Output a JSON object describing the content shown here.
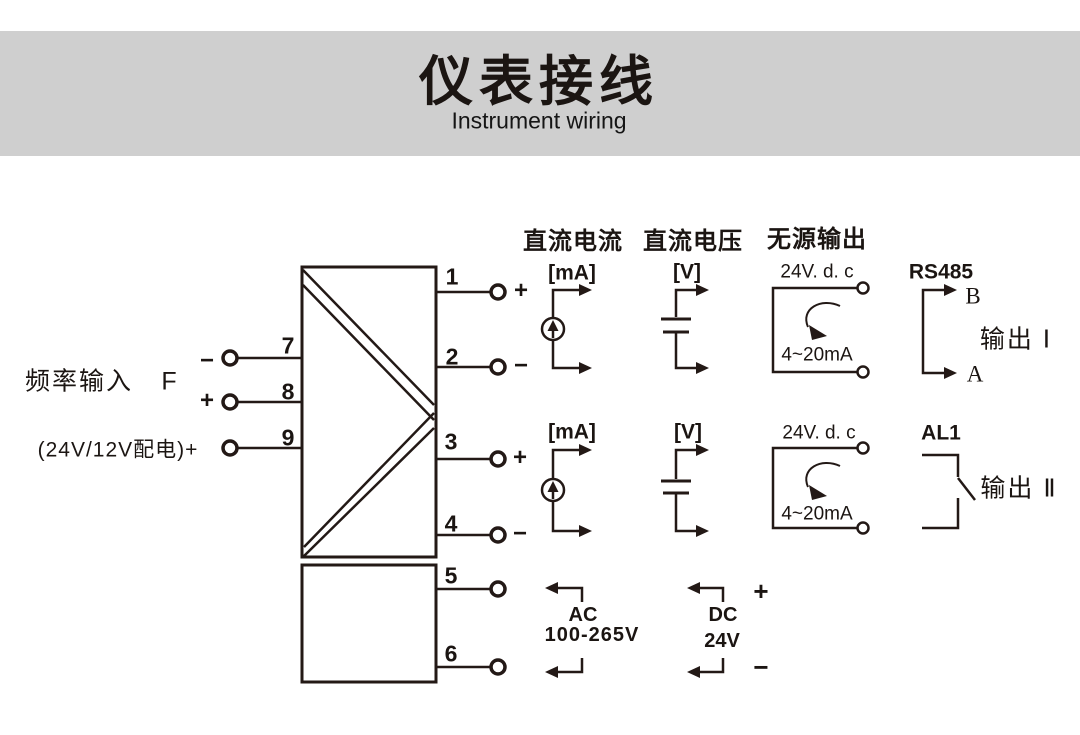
{
  "header": {
    "title": "仪表接线",
    "subtitle": "Instrument wiring"
  },
  "left": {
    "freq_label": "频率输入",
    "freq_symbol": "F",
    "power_label": "(24V/12V配电)+",
    "minus": "−",
    "plus": "+",
    "terminal_nums": [
      "7",
      "8",
      "9"
    ]
  },
  "right": {
    "terminal_nums": [
      "1",
      "2",
      "3",
      "4",
      "5",
      "6"
    ],
    "plus": "+",
    "minus": "−"
  },
  "outputs": {
    "headers": {
      "dc_current": "直流电流",
      "dc_voltage": "直流电压",
      "passive": "无源输出"
    },
    "row1": {
      "unit_ma": "[mA]",
      "unit_v": "[V]",
      "supply": "24V. d. c",
      "range": "4~20mA",
      "rs485": "RS485",
      "b": "B",
      "a": "A",
      "out_label": "输出 Ⅰ"
    },
    "row2": {
      "unit_ma": "[mA]",
      "unit_v": "[V]",
      "supply": "24V. d. c",
      "range": "4~20mA",
      "al1": "AL1",
      "out_label": "输出 Ⅱ"
    }
  },
  "power": {
    "ac": "AC",
    "ac_range": "100-265V",
    "dc": "DC",
    "dc_value": "24V",
    "plus": "+",
    "minus": "−"
  },
  "colors": {
    "banner": "#cfcfcf",
    "line": "#231916",
    "text": "#1b1512"
  }
}
